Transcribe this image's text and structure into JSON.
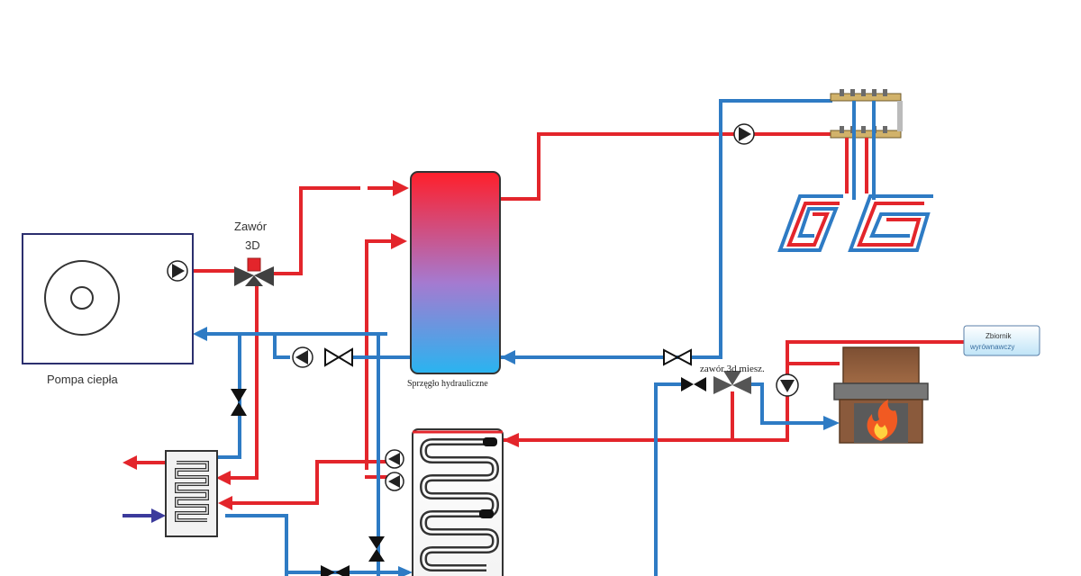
{
  "labels": {
    "valve_3d_line1": "Zawór",
    "valve_3d_line2": "3D",
    "heat_pump": "Pompa ciepła",
    "hydraulic_coupler": "Sprzęgło hydrauliczne",
    "mixing_valve": "zawór 3d miesz.",
    "expansion_tank_line1": "Zbiornik",
    "expansion_tank_line2": "wyrównawczy"
  },
  "colors": {
    "supply": "#e3252b",
    "return": "#2e7bc4",
    "cold_inlet": "#3b3a9c",
    "outline": "#2b2f6e",
    "fireplace_body": "#8a5a3c"
  },
  "icons": {
    "pump": "pump-icon",
    "valve": "gate-valve-icon",
    "valve3": "three-way-valve-icon",
    "manifold": "manifold-icon",
    "floor_heating": "floor-heating-coil-icon",
    "fire": "flame-icon"
  }
}
